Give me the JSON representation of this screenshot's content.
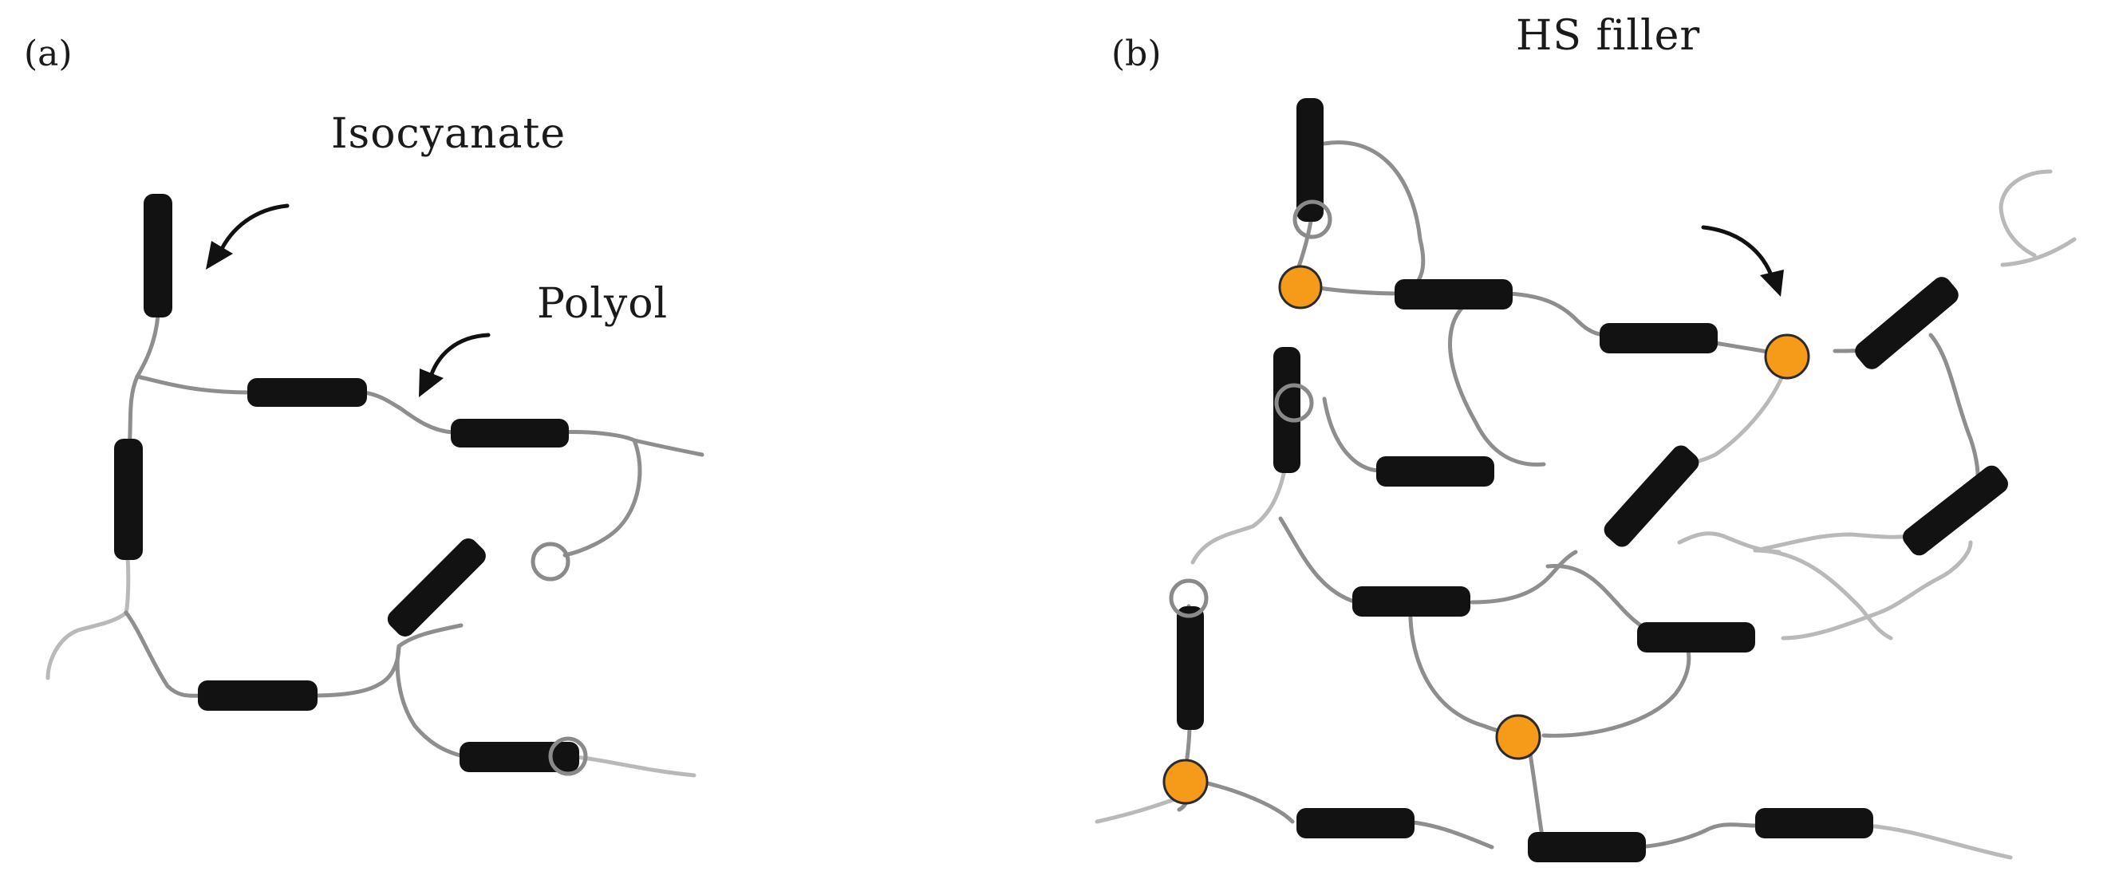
{
  "panels": {
    "a": {
      "label": "(a)"
    },
    "b": {
      "label": "(b)"
    }
  },
  "annotations": {
    "isocyanate": "Isocyanate",
    "polyol": "Polyol",
    "hs_filler": "HS filler"
  },
  "colors": {
    "hard_segment": "#121212",
    "polyol_chain": "#8e8e8e",
    "hs_filler": "#f59a19",
    "reaction_site_ring": "#8a8a8a"
  }
}
